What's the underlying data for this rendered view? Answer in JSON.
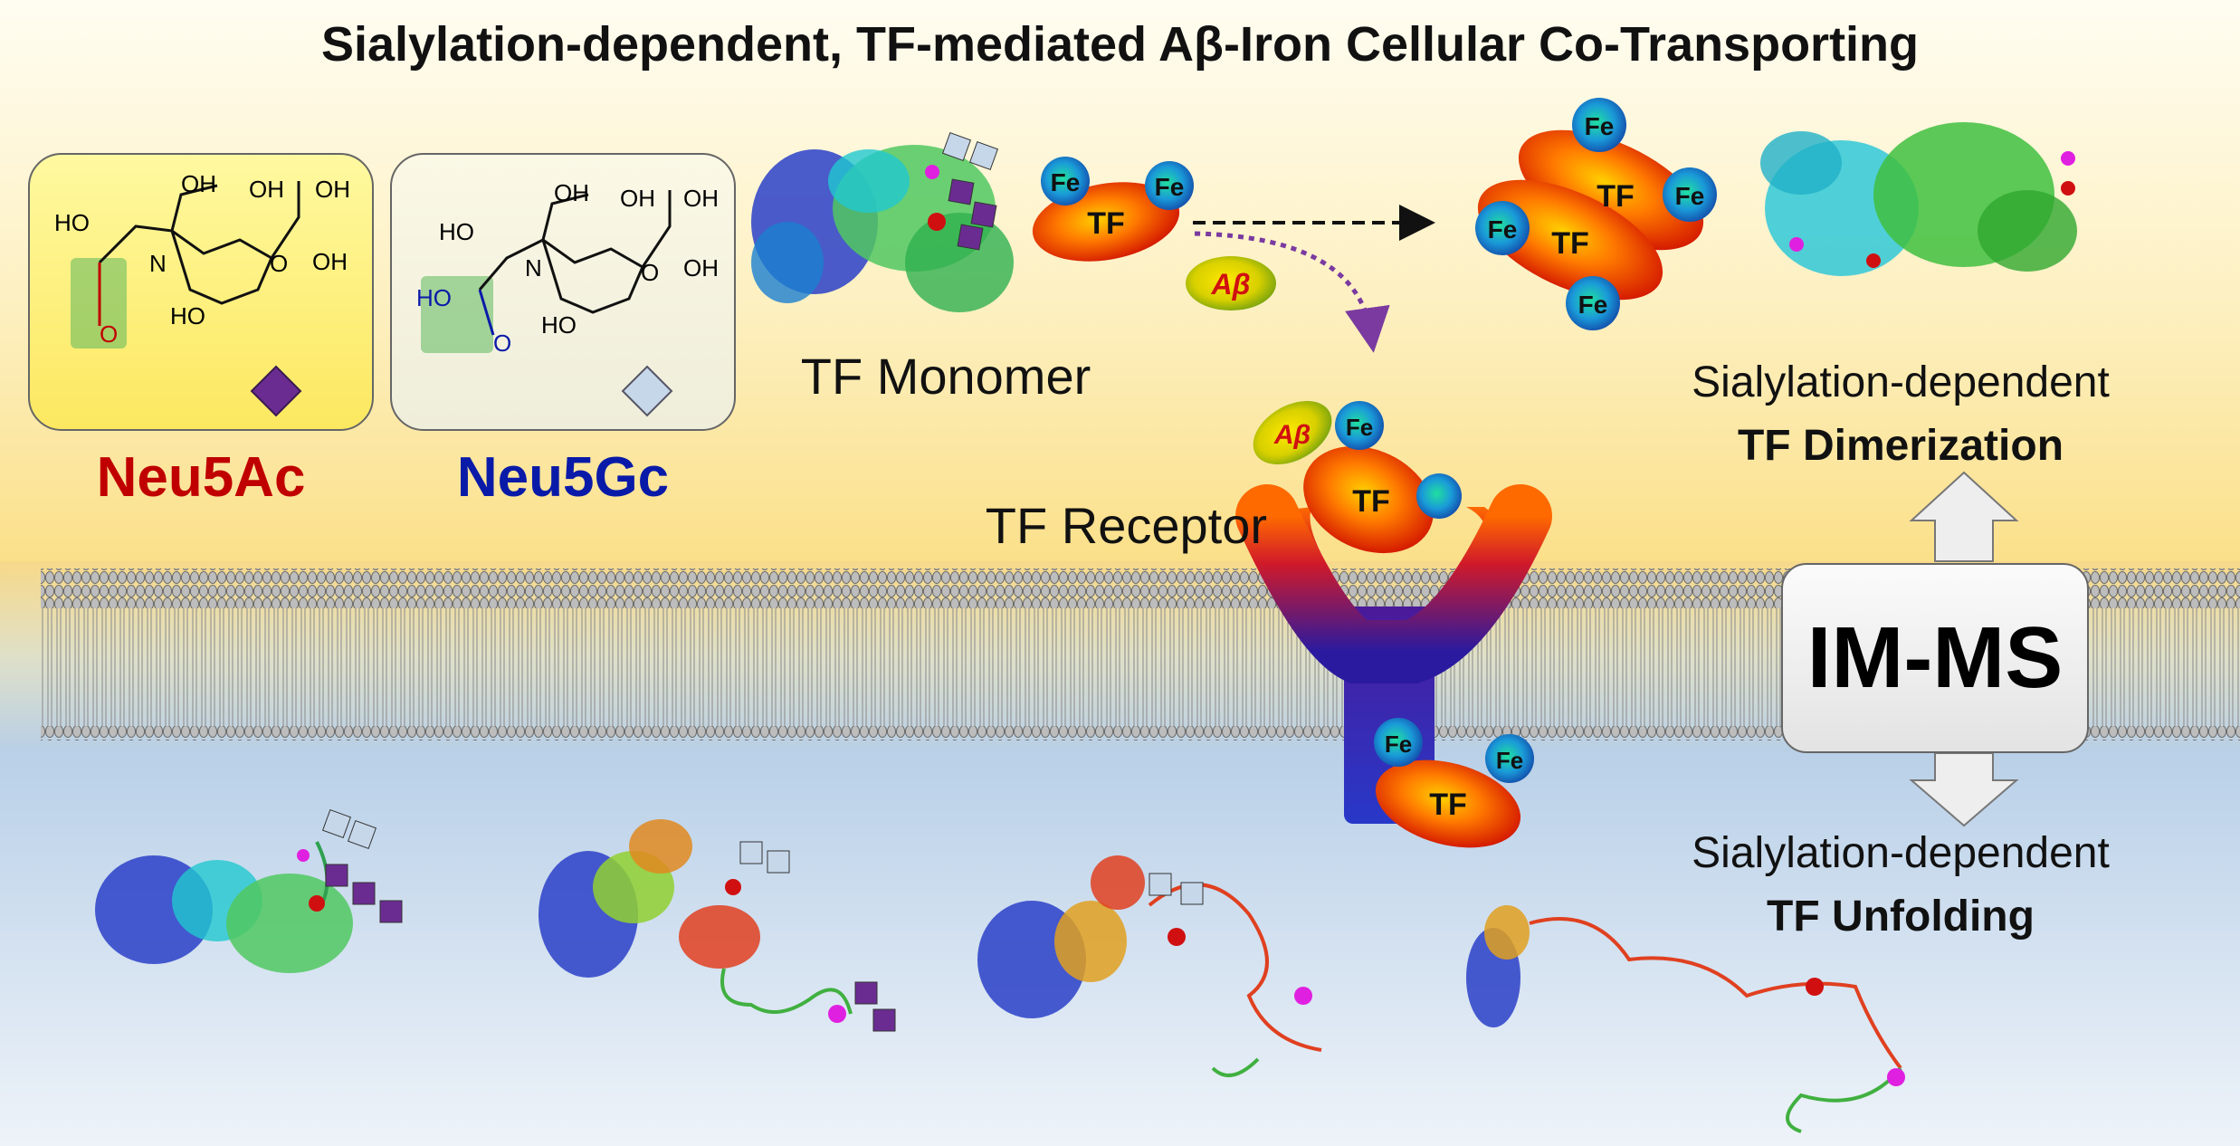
{
  "title": "Sialylation-dependent, TF-mediated Aβ-Iron Cellular Co-Transporting",
  "sugars": {
    "neu5ac": {
      "name": "Neu5Ac",
      "name_color": "#c00000",
      "symbol_color": "#6a2c91"
    },
    "neu5gc": {
      "name": "Neu5Gc",
      "name_color": "#0a1aa8",
      "symbol_color": "#c7d7ea"
    }
  },
  "structure_labels": {
    "ho": "HO",
    "oh": "OH",
    "o": "O",
    "n": "N"
  },
  "labels": {
    "tf_monomer": "TF Monomer",
    "tf_receptor": "TF Receptor",
    "dimerization_line1": "Sialylation-dependent",
    "dimerization_line2": "TF Dimerization",
    "unfolding_line1": "Sialylation-dependent",
    "unfolding_line2": "TF Unfolding",
    "imms": "IM-MS"
  },
  "molecules": {
    "tf": "TF",
    "fe": "Fe",
    "abeta": "Aβ"
  },
  "colors": {
    "top_background": "#fde78e",
    "bottom_background": "#bcd3ea",
    "membrane": "#b0b0b0",
    "tf_fill": "#e53010",
    "fe_fill": "#1e88c8",
    "abeta_fill": "#c8d820",
    "arrow_purple": "#7a3aa0"
  }
}
